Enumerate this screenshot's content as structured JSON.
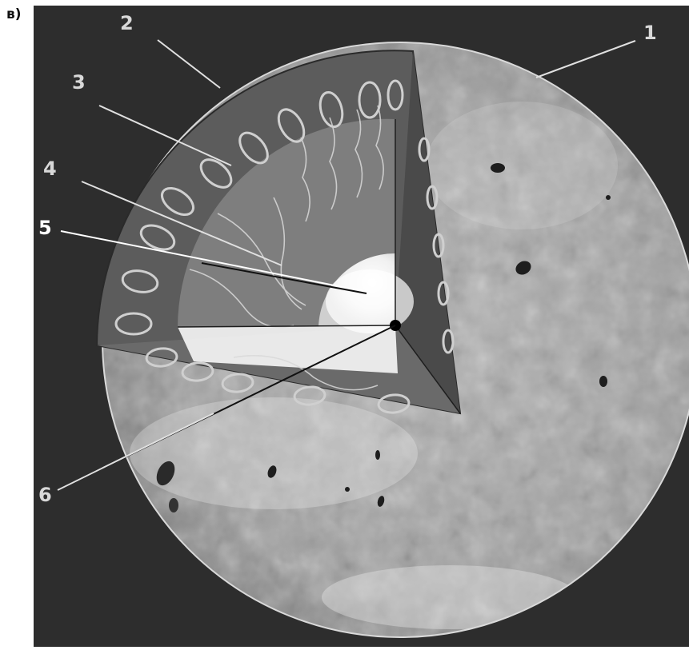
{
  "panel_letter": "в)",
  "labels": {
    "l1": "1",
    "l2": "2",
    "l3": "3",
    "l4": "4",
    "l5": "5",
    "l6": "6"
  },
  "colors": {
    "background": "#2b2b2b",
    "photosphere": "#9c9c9c",
    "convective_zone": "#5a5a5a",
    "radiative_zone": "#7a7a7a",
    "core": "#f2f2f2",
    "label_light": "#d8d8d8",
    "label_bright": "#ffffff"
  }
}
